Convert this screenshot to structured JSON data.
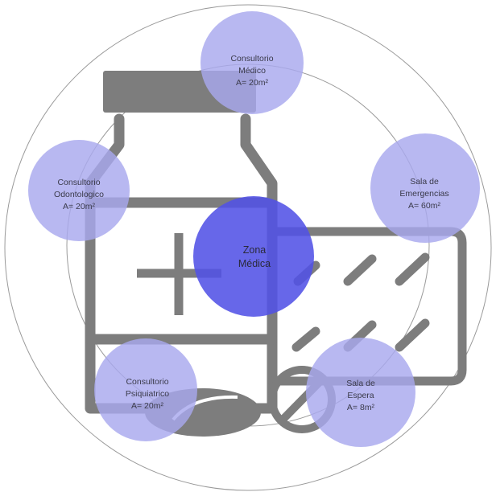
{
  "colors": {
    "background": "#ffffff",
    "outline_gray": "#7d7d7d",
    "bubble_fill": "#a8a8ee",
    "center_fill": "#5252e6",
    "thin_ring": "#9a9a9a"
  },
  "icons": [
    "medicine-bottle-icon",
    "pill-capsule-icon",
    "round-pill-icon",
    "medical-cross-icon"
  ],
  "center": {
    "line1": "Zona",
    "line2": "Médica"
  },
  "rooms": {
    "consultorio_medico": {
      "line1": "Consultorio",
      "line2": "Médico",
      "area": "A= 20m²"
    },
    "sala_emergencias": {
      "line1": "Sala de",
      "line2": "Emergencias",
      "area": "A= 60m²"
    },
    "consultorio_odontologico": {
      "line1": "Consultorio",
      "line2": "Odontologico",
      "area": "A= 20m²"
    },
    "consultorio_psiquiatrico": {
      "line1": "Consultorio",
      "line2": "Psiquiatrico",
      "area": "A= 20m²"
    },
    "sala_espera": {
      "line1": "Sala de",
      "line2": "Espera",
      "area": "A= 8m²"
    }
  }
}
